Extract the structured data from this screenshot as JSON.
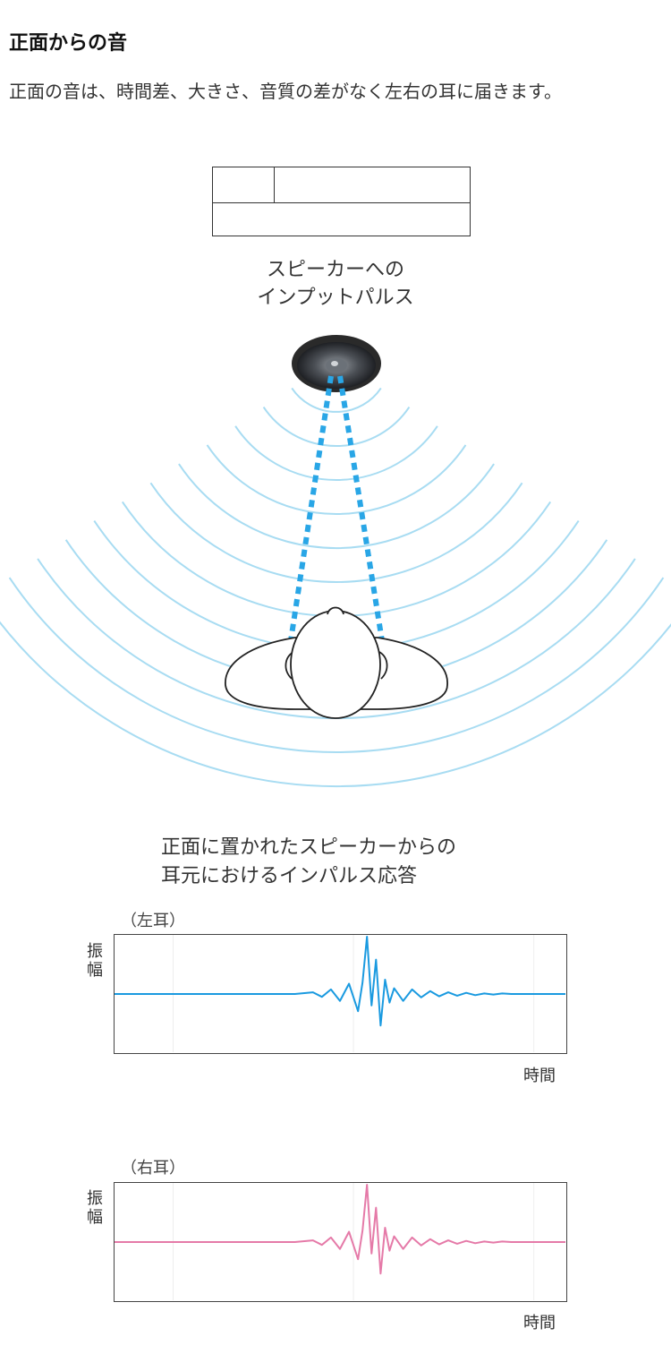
{
  "title": "正面からの音",
  "description": "正面の音は、時間差、大きさ、音質の差がなく左右の耳に届きます。",
  "input_label": [
    "スピーカーへの",
    "インプットパルス"
  ],
  "response_label": [
    "正面に置かれたスピーカーからの",
    "耳元におけるインパルス応答"
  ],
  "colors": {
    "left": "#1a9ae0",
    "right": "#e57aa8",
    "wave": "#a8dcf2",
    "arrow": "#29a6e6"
  },
  "chart_data": [
    {
      "type": "line",
      "title": "（左耳）",
      "ylabel": "振幅",
      "xlabel": "時間",
      "series": [
        {
          "x": [
            0,
            40,
            44,
            46,
            48,
            50,
            52,
            54,
            55,
            56,
            57,
            58,
            59,
            60,
            61,
            62,
            64,
            66,
            68,
            70,
            72,
            74,
            76,
            78,
            80,
            82,
            84,
            86,
            88,
            90,
            92,
            94,
            96,
            98,
            100
          ],
          "values": [
            0,
            0,
            0.03,
            -0.05,
            0.08,
            -0.12,
            0.18,
            -0.3,
            0.2,
            1.0,
            -0.2,
            0.6,
            -0.55,
            0.25,
            -0.15,
            0.1,
            -0.12,
            0.08,
            -0.06,
            0.05,
            -0.04,
            0.03,
            -0.03,
            0.02,
            -0.02,
            0.01,
            -0.01,
            0.01,
            0,
            0,
            0,
            0,
            0,
            0,
            0
          ]
        }
      ]
    },
    {
      "type": "line",
      "title": "（右耳）",
      "ylabel": "振幅",
      "xlabel": "時間",
      "series": [
        {
          "x": [
            0,
            40,
            44,
            46,
            48,
            50,
            52,
            54,
            55,
            56,
            57,
            58,
            59,
            60,
            61,
            62,
            64,
            66,
            68,
            70,
            72,
            74,
            76,
            78,
            80,
            82,
            84,
            86,
            88,
            90,
            92,
            94,
            96,
            98,
            100
          ],
          "values": [
            0,
            0,
            0.03,
            -0.05,
            0.08,
            -0.12,
            0.18,
            -0.3,
            0.2,
            1.0,
            -0.2,
            0.6,
            -0.55,
            0.25,
            -0.15,
            0.1,
            -0.12,
            0.08,
            -0.06,
            0.05,
            -0.04,
            0.03,
            -0.03,
            0.02,
            -0.02,
            0.01,
            -0.01,
            0.01,
            0,
            0,
            0,
            0,
            0,
            0,
            0
          ]
        }
      ]
    }
  ]
}
